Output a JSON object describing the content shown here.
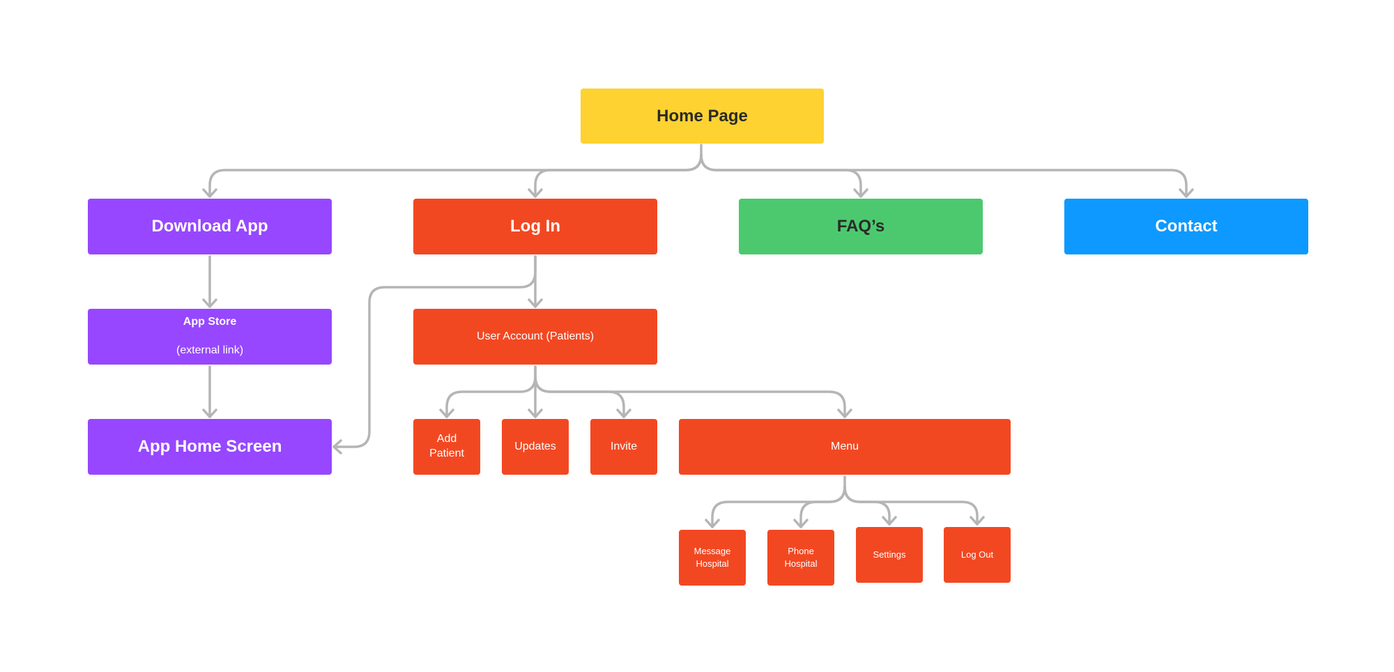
{
  "colors": {
    "home": "#fdd231",
    "purple": "#9747ff",
    "red": "#f24822",
    "green": "#4cc96e",
    "blue": "#0d99ff",
    "connector": "#b5b5b5",
    "dark_text": "#2a2a2a"
  },
  "nodes": {
    "home": "Home Page",
    "download_app": "Download App",
    "log_in": "Log In",
    "faqs": "FAQ’s",
    "contact": "Contact",
    "app_store_title": "App Store",
    "app_store_sub": "(external link)",
    "user_account": "User Account (Patients)",
    "app_home_screen": "App Home Screen",
    "add_patient": "Add\nPatient",
    "updates": "Updates",
    "invite": "Invite",
    "menu": "Menu",
    "message_hospital": "Message\nHospital",
    "phone_hospital": "Phone\nHospital",
    "settings": "Settings",
    "log_out": "Log Out"
  }
}
